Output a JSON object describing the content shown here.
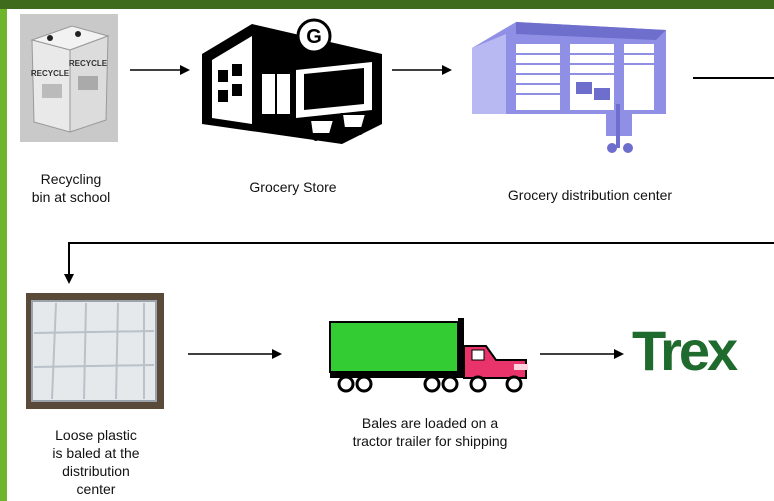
{
  "steps": [
    {
      "id": "recycling-bin",
      "label_lines": [
        "Recycling",
        "bin at school"
      ],
      "bin_text": [
        "RECYCLE",
        "RECYCLE"
      ]
    },
    {
      "id": "grocery-store",
      "label_lines": [
        "Grocery Store"
      ],
      "sign_letter": "G"
    },
    {
      "id": "distribution-center",
      "label_lines": [
        "Grocery distribution center"
      ]
    },
    {
      "id": "baled-plastic",
      "label_lines": [
        "Loose plastic",
        "is baled at the",
        "distribution",
        "center"
      ]
    },
    {
      "id": "tractor-trailer",
      "label_lines": [
        "Bales are loaded on a",
        "tractor trailer for shipping"
      ]
    },
    {
      "id": "trex",
      "logo_text": "Trex"
    }
  ],
  "colors": {
    "top_bar": "#3f6b1d",
    "left_bar": "#6fb52c",
    "warehouse": "#8f8fe6",
    "trailer": "#33cc33",
    "cab": "#e8336b",
    "trex": "#1f6b2e"
  }
}
